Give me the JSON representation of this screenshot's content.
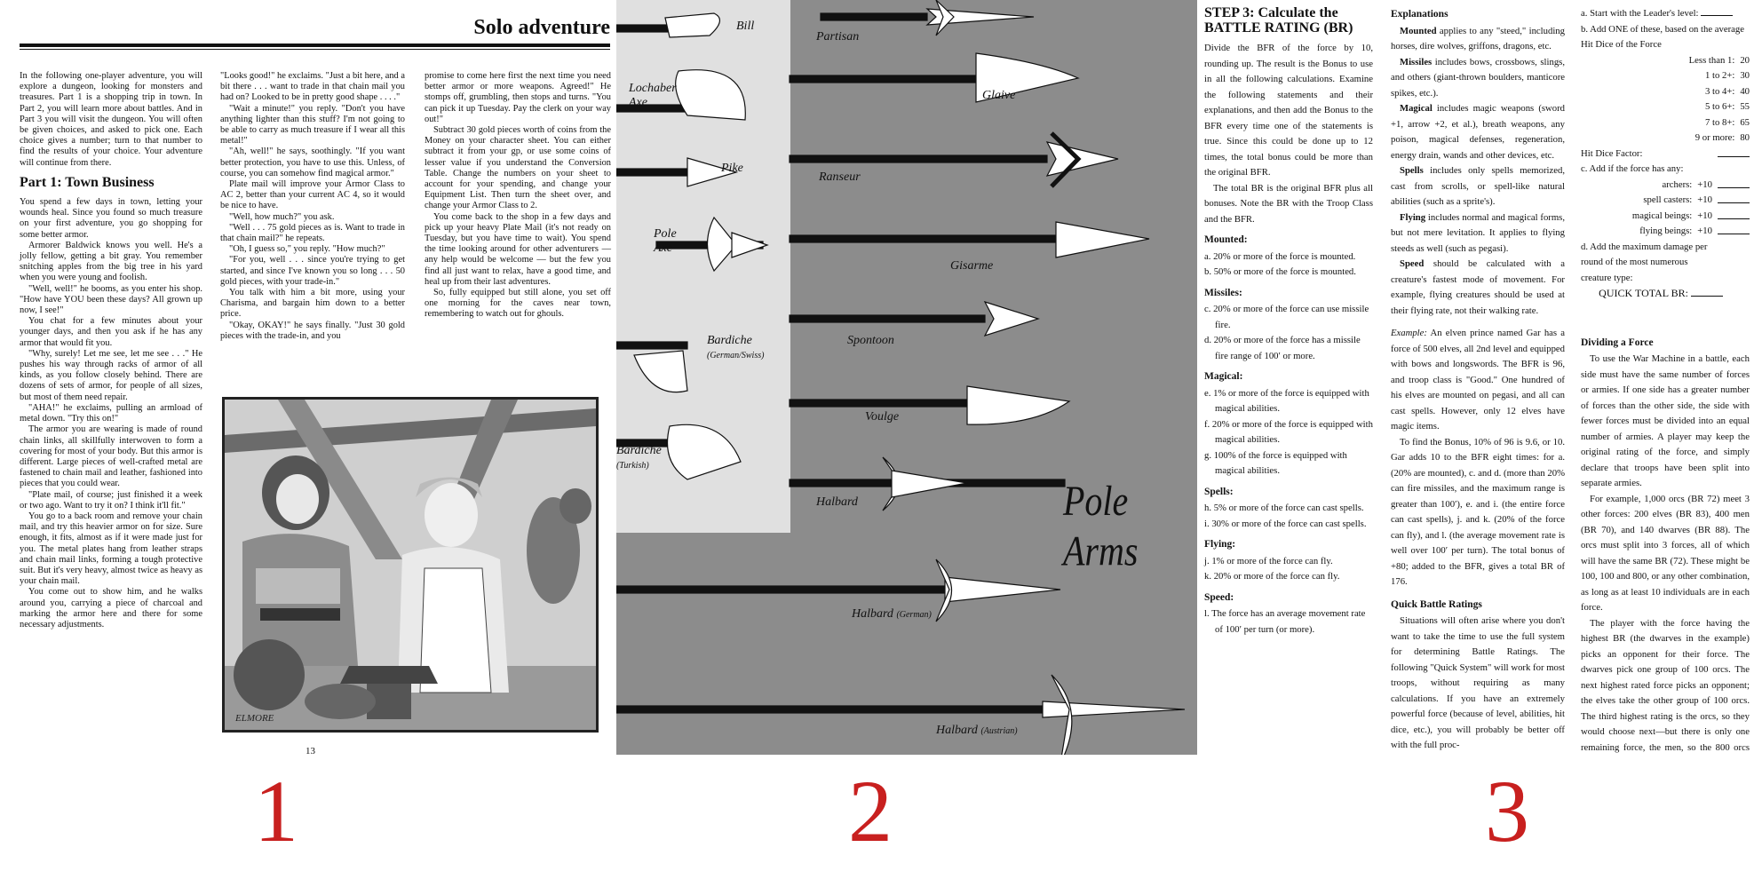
{
  "panel1": {
    "header_title": "Solo adventure",
    "col1": {
      "intro": "In the following one-player adventure, you will explore a dungeon, looking for monsters and treasures. Part 1 is a shopping trip in town. In Part 2, you will learn more about battles. And in Part 3 you will visit the dungeon. You will often be given choices, and asked to pick one. Each choice gives a number; turn to that number to find the results of your choice. Your adventure will continue from there.",
      "heading": "Part 1: Town Business",
      "paragraphs": [
        "You spend a few days in town, letting your wounds heal. Since you found so much treasure on your first adventure, you go shopping for some better armor.",
        "Armorer Baldwick knows you well. He's a jolly fellow, getting a bit gray. You remember snitching apples from the big tree in his yard when you were young and foolish.",
        "\"Well, well!\" he booms, as you enter his shop. \"How have YOU been these days? All grown up now, I see!\"",
        "You chat for a few minutes about your younger days, and then you ask if he has any armor that would fit you.",
        "\"Why, surely! Let me see, let me see . . .\" He pushes his way through racks of armor of all kinds, as you follow closely behind. There are dozens of sets of armor, for people of all sizes, but most of them need repair.",
        "\"AHA!\" he exclaims, pulling an armload of metal down. \"Try this on!\"",
        "The armor you are wearing is made of round chain links, all skillfully interwoven to form a covering for most of your body. But this armor is different. Large pieces of well-crafted metal are fastened to chain mail and leather, fashioned into pieces that you could wear.",
        "\"Plate mail, of course; just finished it a week or two ago. Want to try it on? I think it'll fit.\"",
        "You go to a back room and remove your chain mail, and try this heavier armor on for size. Sure enough, it fits, almost as if it were made just for you. The metal plates hang from leather straps and chain mail links, forming a tough protective suit. But it's very heavy, almost twice as heavy as your chain mail.",
        "You come out to show him, and he walks around you, carrying a piece of charcoal and marking the armor here and there for some necessary adjustments."
      ]
    },
    "col2": {
      "paragraphs": [
        "\"Looks good!\" he exclaims. \"Just a bit here, and a bit there . . . want to trade in that chain mail you had on? Looked to be in pretty good shape . . . .\"",
        "\"Wait a minute!\" you reply. \"Don't you have anything lighter than this stuff? I'm not going to be able to carry as much treasure if I wear all this metal!\"",
        "\"Ah, well!\" he says, soothingly. \"If you want better protection, you have to use this. Unless, of course, you can somehow find magical armor.\"",
        "Plate mail will improve your Armor Class to AC 2, better than your current AC 4, so it would be nice to have.",
        "\"Well, how much?\" you ask.",
        "\"Well . . . 75 gold pieces as is. Want to trade in that chain mail?\" he repeats.",
        "\"Oh, I guess so,\" you reply. \"How much?\"",
        "\"For you, well . . . since you're trying to get started, and since I've known you so long . . . 50 gold pieces, with your trade-in.\"",
        "You talk with him a bit more, using your Charisma, and bargain him down to a better price.",
        "\"Okay, OKAY!\" he says finally. \"Just 30 gold pieces with the trade-in, and you"
      ]
    },
    "col3": {
      "paragraphs": [
        "promise to come here first the next time you need better armor or more weapons. Agreed!\" He stomps off, grumbling, then stops and turns. \"You can pick it up Tuesday. Pay the clerk on your way out!\"",
        "Subtract 30 gold pieces worth of coins from the Money on your character sheet. You can either subtract it from your gp, or use some coins of lesser value if you understand the Conversion Table. Change the numbers on your sheet to account for your spending, and change your Equipment List. Then turn the sheet over, and change your Armor Class to 2.",
        "You come back to the shop in a few days and pick up your heavy Plate Mail (it's not ready on Tuesday, but you have time to wait). You spend the time looking around for other adventurers — any help would be welcome — but the few you find all just want to relax, have a good time, and heal up from their last adventures.",
        "So, fully equipped but still alone, you set off one morning for the caves near town, remembering to watch out for ghouls."
      ]
    },
    "illustration_signature": "ELMORE",
    "page_number": "13"
  },
  "panel2": {
    "title": "Pole Arms",
    "weapons": [
      {
        "name": "Bill",
        "sub": ""
      },
      {
        "name": "Partisan",
        "sub": ""
      },
      {
        "name": "Lochaber Axe",
        "sub": ""
      },
      {
        "name": "Glaive",
        "sub": ""
      },
      {
        "name": "Pike",
        "sub": ""
      },
      {
        "name": "Ranseur",
        "sub": ""
      },
      {
        "name": "Pole Axe",
        "sub": ""
      },
      {
        "name": "Gisarme",
        "sub": ""
      },
      {
        "name": "Spontoon",
        "sub": ""
      },
      {
        "name": "Bardiche",
        "sub": "(German/Swiss)"
      },
      {
        "name": "Voulge",
        "sub": ""
      },
      {
        "name": "Bardiche",
        "sub": "(Turkish)"
      },
      {
        "name": "Halbard",
        "sub": ""
      },
      {
        "name": "Halbard",
        "sub": "(German)"
      },
      {
        "name": "Halbard",
        "sub": "(Austrian)"
      }
    ]
  },
  "panel3": {
    "step_title": "STEP 3: Calculate the BATTLE RATING (BR)",
    "step_intro": [
      "Divide the BFR of the force by 10, rounding up. The result is the Bonus to use in all the following calculations. Examine the following statements and their explanations, and then add the Bonus to the BFR every time one of the statements is true. Since this could be done up to 12 times, the total bonus could be more than the original BFR.",
      "The total BR is the original BFR plus all bonuses. Note the BR with the Troop Class and the BFR."
    ],
    "groups": [
      {
        "heading": "Mounted:",
        "items": [
          "a. 20% or more of the force is mounted.",
          "b. 50% or more of the force is mounted."
        ]
      },
      {
        "heading": "Missiles:",
        "items": [
          "c. 20% or more of the force can use missile fire.",
          "d. 20% or more of the force has a missile fire range of 100′ or more."
        ]
      },
      {
        "heading": "Magical:",
        "items": [
          "e. 1% or more of the force is equipped with magical abilities.",
          "f. 20% or more of the force is equipped with magical abilities.",
          "g. 100% of the force is equipped with magical abilities."
        ]
      },
      {
        "heading": "Spells:",
        "items": [
          "h. 5% or more of the force can cast spells.",
          "i. 30% or more of the force can cast spells."
        ]
      },
      {
        "heading": "Flying:",
        "items": [
          "j. 1% or more of the force can fly.",
          "k. 20% or more of the force can fly."
        ]
      },
      {
        "heading": "Speed:",
        "items": [
          "l. The force has an average movement rate of 100′ per turn (or more)."
        ]
      }
    ],
    "explanations_heading": "Explanations",
    "explanations": [
      {
        "term": "Mounted",
        "text": " applies to any \"steed,\" including horses, dire wolves, griffons, dragons, etc."
      },
      {
        "term": "Missiles",
        "text": " includes bows, crossbows, slings, and others (giant-thrown boulders, manticore spikes, etc.)."
      },
      {
        "term": "Magical",
        "text": " includes magic weapons (sword +1, arrow +2, et al.), breath weapons, any poison, magical defenses, regeneration, energy drain, wands and other devices, etc."
      },
      {
        "term": "Spells",
        "text": " includes only spells memorized, cast from scrolls, or spell-like natural abilities (such as a sprite's)."
      },
      {
        "term": "Flying",
        "text": " includes normal and magical forms, but not mere levitation. It applies to flying steeds as well (such as pegasi)."
      },
      {
        "term": "Speed",
        "text": " should be calculated with a creature's fastest mode of movement. For example, flying creatures should be used at their flying rate, not their walking rate."
      }
    ],
    "example_label": "Example:",
    "example_text": " An elven prince named Gar has a force of 500 elves, all 2nd level and equipped with bows and longswords. The BFR is 96, and troop class is \"Good.\" One hundred of his elves are mounted on pegasi, and all can cast spells. However, only 12 elves have magic items.",
    "example_text2": "To find the Bonus, 10% of 96 is 9.6, or 10. Gar adds 10 to the BFR eight times: for a. (20% are mounted), c. and d. (more than 20% can fire missiles, and the maximum range is greater than 100′), e. and i. (the entire force can cast spells), j. and k. (20% of the force can fly), and l. (the average movement rate is well over 100′ per turn). The total bonus of +80; added to the BFR, gives a total BR of 176.",
    "quick_heading": "Quick Battle Ratings",
    "quick_text": "Situations will often arise where you don't want to take the time to use the full system for determining Battle Ratings. The following \"Quick System\" will work for most troops, without requiring as many calculations. If you have an extremely powerful force (because of level, abilities, hit dice, etc.), you will probably be better off with the full proc-",
    "quick_lines": {
      "a": "a. Start with the Leader's level:",
      "b": "b. Add ONE of these, based on the average Hit Dice of the Force",
      "hd_rows": [
        {
          "label": "Less than 1:",
          "value": "20"
        },
        {
          "label": "1 to 2+:",
          "value": "30"
        },
        {
          "label": "3 to 4+:",
          "value": "40"
        },
        {
          "label": "5 to 6+:",
          "value": "55"
        },
        {
          "label": "7 to 8+:",
          "value": "65"
        },
        {
          "label": "9 or more:",
          "value": "80"
        }
      ],
      "hd_factor": "Hit Dice Factor:",
      "c": "c. Add if the force has any:",
      "c_rows": [
        {
          "label": "archers:",
          "value": "+10"
        },
        {
          "label": "spell casters:",
          "value": "+10"
        },
        {
          "label": "magical beings:",
          "value": "+10"
        },
        {
          "label": "flying beings:",
          "value": "+10"
        }
      ],
      "d": "d. Add the maximum damage per round of the most numerous creature type:",
      "total": "QUICK TOTAL BR:"
    },
    "dividing_heading": "Dividing a Force",
    "dividing_paragraphs": [
      "To use the War Machine in a battle, each side must have the same number of forces or armies. If one side has a greater number of forces than the other side, the side with fewer forces must be divided into an equal number of armies. A player may keep the original rating of the force, and simply declare that troops have been split into separate armies.",
      "For example, 1,000 orcs (BR 72) meet 3 other forces: 200 elves (BR 83), 400 men (BR 70), and 140 dwarves (BR 88). The orcs must split into 3 forces, all of which will have the same BR (72). These might be 100, 100 and 800, or any other combination, as long as at least 10 individuals are in each force.",
      "The player with the force having the highest BR (the dwarves in the example) picks an opponent for their force. The dwarves pick one group of 100 orcs. The next highest rated force picks an opponent; the elves take the other group of 100 orcs. The third highest rating is the orcs, so they would choose next—but there is only one remaining force, the men, so the 800 orcs will fight the 400 men."
    ]
  },
  "markers": [
    "1",
    "2",
    "3"
  ],
  "colors": {
    "marker": "#c8201f",
    "plate_bg": "#8c8c8c",
    "plate_box": "#e0e0e0"
  }
}
